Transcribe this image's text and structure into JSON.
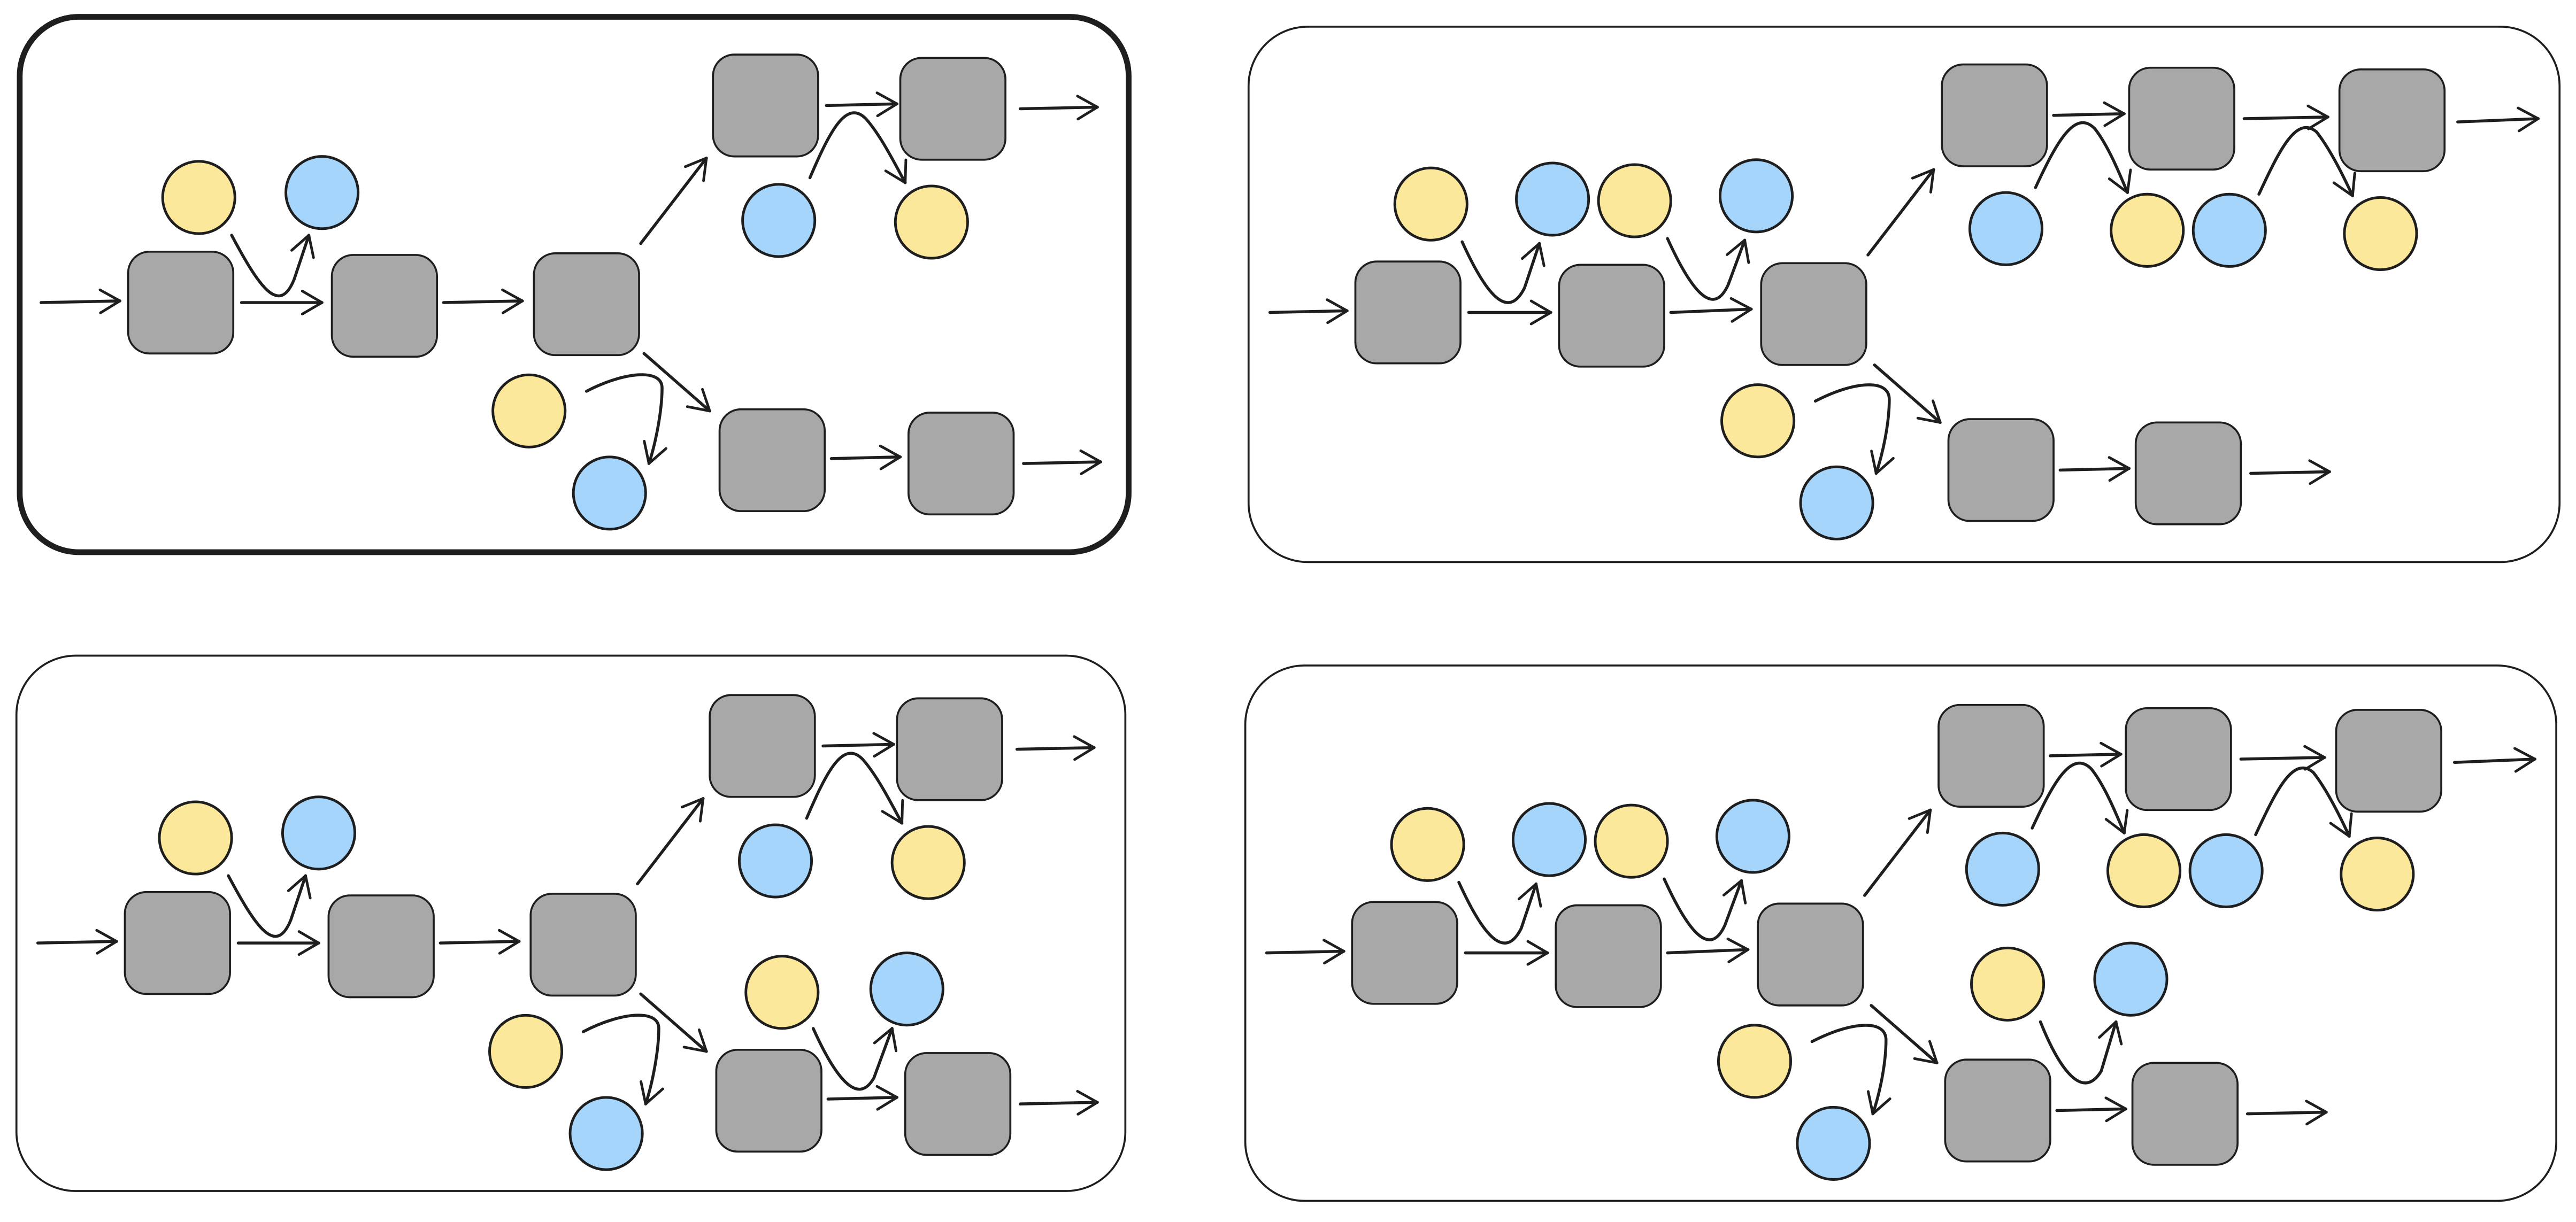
{
  "colors": {
    "background": "#ffffff",
    "stroke": "#1e1e1e",
    "node_fill": "#a8a8a8",
    "token_yellow": "#fbe89a",
    "token_blue": "#a6d5fb"
  },
  "panels": [
    {
      "name": "panel-top-left",
      "selected": true
    },
    {
      "name": "panel-top-right",
      "selected": false
    },
    {
      "name": "panel-bottom-left",
      "selected": false
    },
    {
      "name": "panel-bottom-right",
      "selected": false
    }
  ]
}
